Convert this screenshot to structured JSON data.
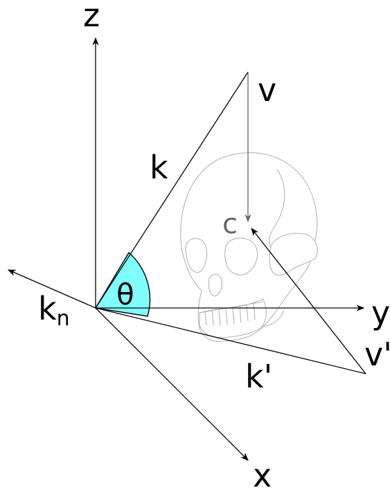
{
  "labels": {
    "z": "z",
    "y": "y",
    "x": "x",
    "kn_main": "k",
    "kn_sub": "n",
    "k": "k",
    "k_prime": "k'",
    "v": "v",
    "v_prime": "v'",
    "c": "c",
    "theta": "θ"
  },
  "colors": {
    "axis": "#000000",
    "angle_fill": "#80ffff",
    "skull_stroke": "#b3b3b3",
    "c_vectors": "#666666"
  }
}
